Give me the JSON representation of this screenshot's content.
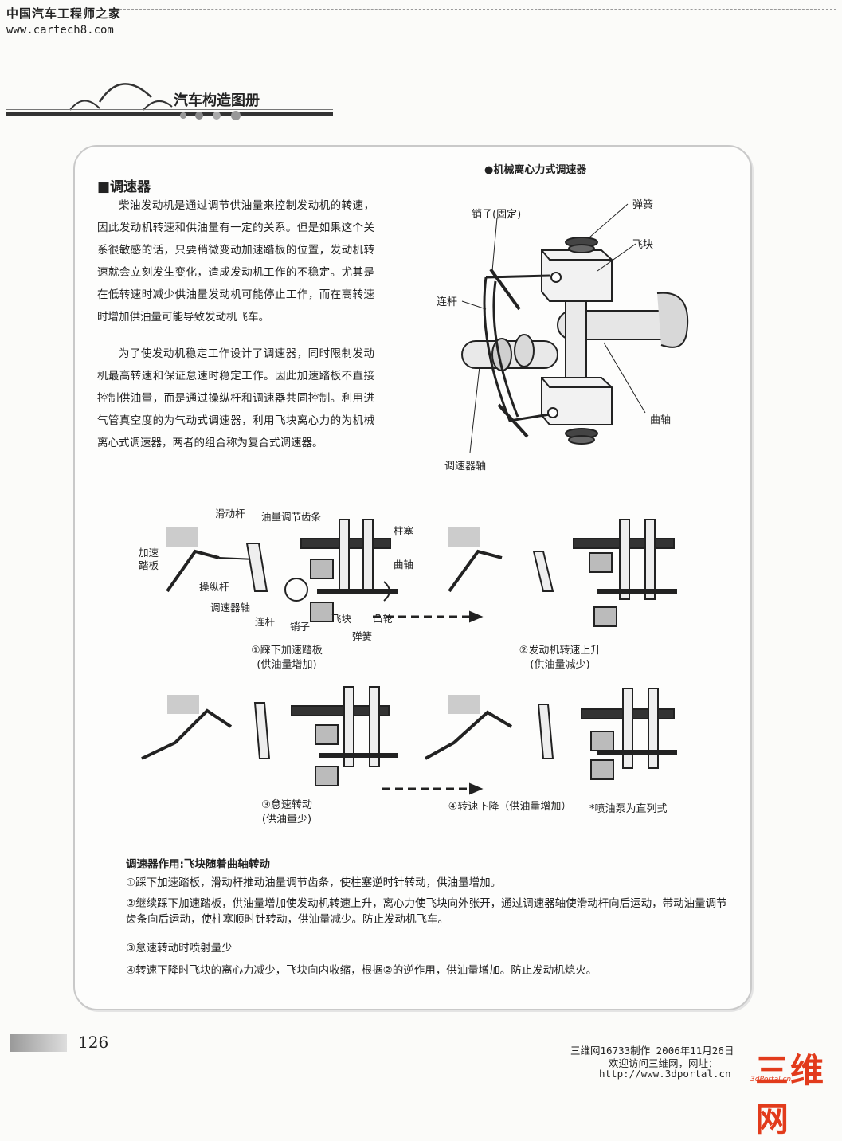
{
  "header": {
    "site_name": "中国汽车工程师之家",
    "site_url": "www.cartech8.com",
    "book_title": "汽车构造图册"
  },
  "section": {
    "heading": "■调速器",
    "paragraphs": [
      "柴油发动机是通过调节供油量来控制发动机的转速，因此发动机转速和供油量有一定的关系。但是如果这个关系很敏感的话，只要稍微变动加速踏板的位置，发动机转速就会立刻发生变化，造成发动机工作的不稳定。尤其是在低转速时减少供油量发动机可能停止工作，而在高转速时增加供油量可能导致发动机飞车。",
      "为了使发动机稳定工作设计了调速器，同时限制发动机最高转速和保证怠速时稳定工作。因此加速踏板不直接控制供油量，而是通过操纵杆和调速器共同控制。利用进气管真空度的为气动式调速器，利用飞块离心力的为机械离心式调速器，两者的组合称为复合式调速器。"
    ]
  },
  "figure_main": {
    "title": "●机械离心力式调速器",
    "labels": {
      "pin": "销子(固定)",
      "spring": "弹簧",
      "flyweight": "飞块",
      "link": "连杆",
      "crankshaft": "曲轴",
      "governor_shaft": "调速器轴"
    }
  },
  "figure_steps": {
    "labels": {
      "slide_rod": "滑动杆",
      "rack": "油量调节齿条",
      "plunger": "柱塞",
      "pedal": "加速踏板",
      "crankshaft": "曲轴",
      "lever": "操纵杆",
      "gov_shaft": "调速器轴",
      "link": "连杆",
      "pin": "销子",
      "flyweight": "飞块",
      "cam": "凸轮",
      "spring": "弹簧"
    },
    "captions": [
      {
        "line1": "①踩下加速踏板",
        "line2": "(供油量增加)"
      },
      {
        "line1": "②发动机转速上升",
        "line2": "(供油量减少)"
      },
      {
        "line1": "③怠速转动",
        "line2": "(供油量少)"
      },
      {
        "line1": "④转速下降（供油量增加）",
        "line2": ""
      }
    ],
    "note": "*喷油泵为直列式"
  },
  "explanation": {
    "heading": "调速器作用:飞块随着曲轴转动",
    "items": [
      "①踩下加速踏板，滑动杆推动油量调节齿条，使柱塞逆时针转动，供油量增加。",
      "②继续踩下加速踏板，供油量增加使发动机转速上升，离心力使飞块向外张开，通过调速器轴使滑动杆向后运动，带动油量调节齿条向后运动，使柱塞顺时针转动，供油量减少。防止发动机飞车。",
      "③怠速转动时喷射量少",
      "④转速下降时飞块的离心力减少，飞块向内收缩，根据②的逆作用，供油量增加。防止发动机熄火。"
    ]
  },
  "footer": {
    "page_number": "126",
    "credit_line1": "三维网16733制作 2006年11月26日",
    "credit_line2": "欢迎访问三维网，网址：",
    "credit_line3": "http://www.3dportal.cn",
    "logo_text": "三维网",
    "logo_sub": "3dPortal.cn"
  }
}
